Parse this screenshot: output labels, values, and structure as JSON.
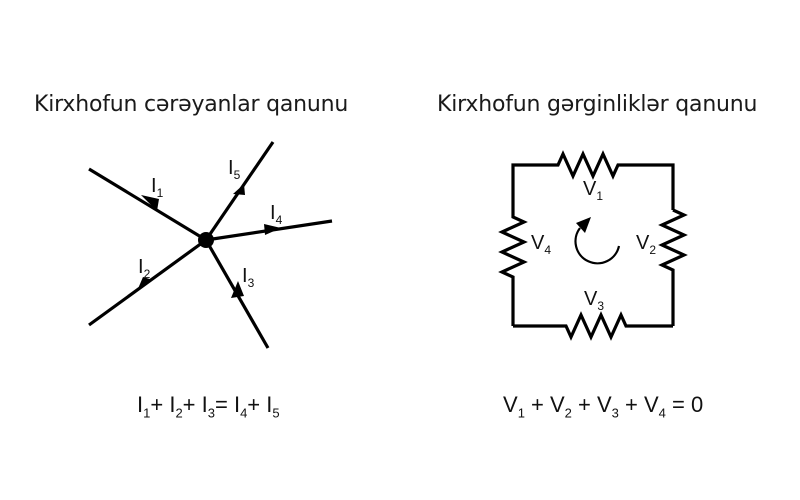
{
  "titles": {
    "left": "Kirxhofun cərəyanlar qanunu",
    "right": "Kirxhofun gərginliklər qanunu"
  },
  "junction": {
    "currents": [
      {
        "name": "I",
        "sub": "1",
        "direction": "in"
      },
      {
        "name": "I",
        "sub": "2",
        "direction": "in"
      },
      {
        "name": "I",
        "sub": "3",
        "direction": "in"
      },
      {
        "name": "I",
        "sub": "4",
        "direction": "out"
      },
      {
        "name": "I",
        "sub": "5",
        "direction": "out"
      }
    ]
  },
  "loop": {
    "voltages": [
      {
        "name": "V",
        "sub": "1"
      },
      {
        "name": "V",
        "sub": "2"
      },
      {
        "name": "V",
        "sub": "3"
      },
      {
        "name": "V",
        "sub": "4"
      }
    ],
    "direction": "clockwise"
  },
  "equations": {
    "left": {
      "terms": [
        "I",
        "1",
        "+ I",
        "2",
        "+ I",
        "3",
        "= I",
        "4",
        "+ I",
        "5"
      ]
    },
    "right": {
      "terms": [
        "V",
        "1",
        " + V",
        "2",
        " + V",
        "3",
        " + V",
        "4",
        " = 0"
      ]
    }
  }
}
